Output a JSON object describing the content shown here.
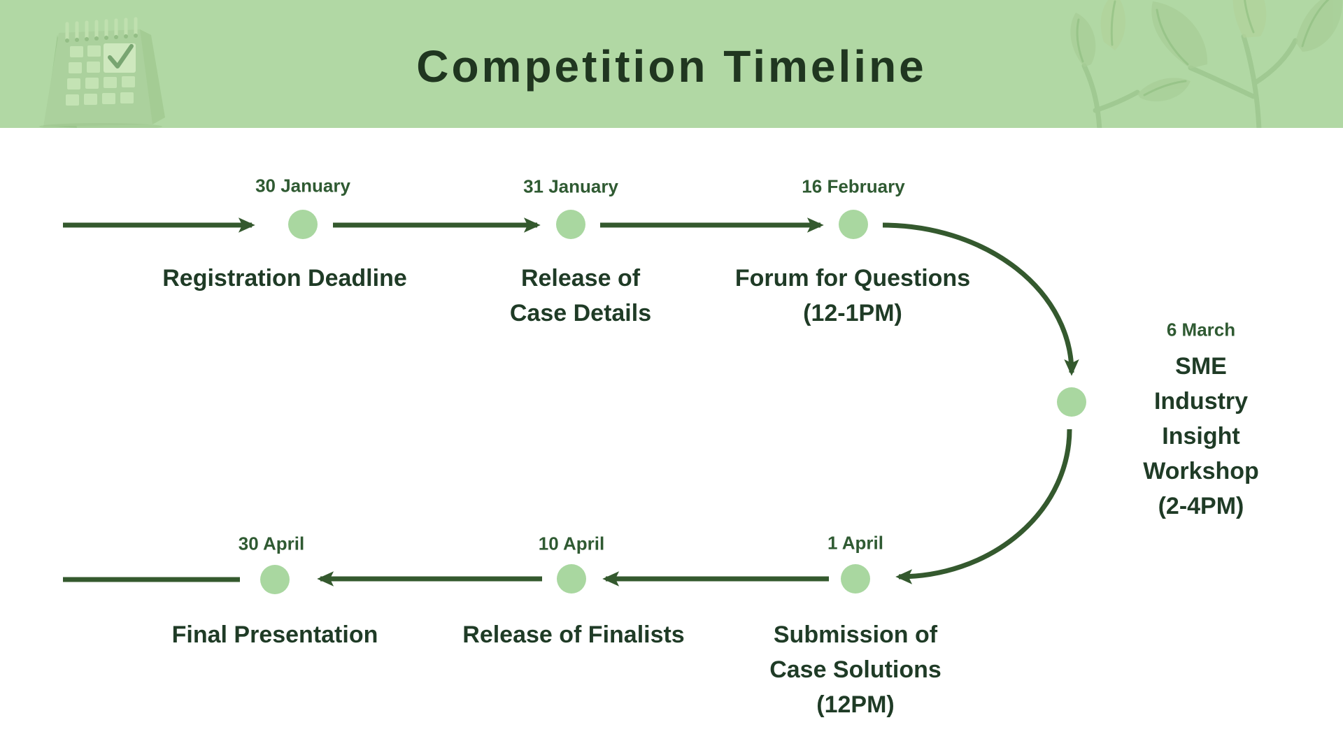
{
  "header": {
    "title": "Competition Timeline"
  },
  "colors": {
    "connector": "#34592e",
    "dot": "#a9d7a0",
    "date_text": "#2f5a32",
    "label_text": "#1f3b26",
    "header_bg": "#b1d8a4",
    "header_title": "#203620",
    "background": "#ffffff"
  },
  "icons": {
    "calendar": "calendar-icon",
    "plants": "plant-leaves-icon"
  },
  "timeline": {
    "events": [
      {
        "date": "30 January",
        "label": "Registration Deadline"
      },
      {
        "date": "31 January",
        "label": "Release of\nCase Details"
      },
      {
        "date": "16 February",
        "label": "Forum for Questions\n(12-1PM)"
      },
      {
        "date": "6 March",
        "label": "SME Industry\nInsight Workshop\n(2-4PM)"
      },
      {
        "date": "1 April",
        "label": "Submission of\nCase Solutions\n(12PM)"
      },
      {
        "date": "10 April",
        "label": "Release of Finalists"
      },
      {
        "date": "30 April",
        "label": "Final Presentation"
      }
    ]
  }
}
